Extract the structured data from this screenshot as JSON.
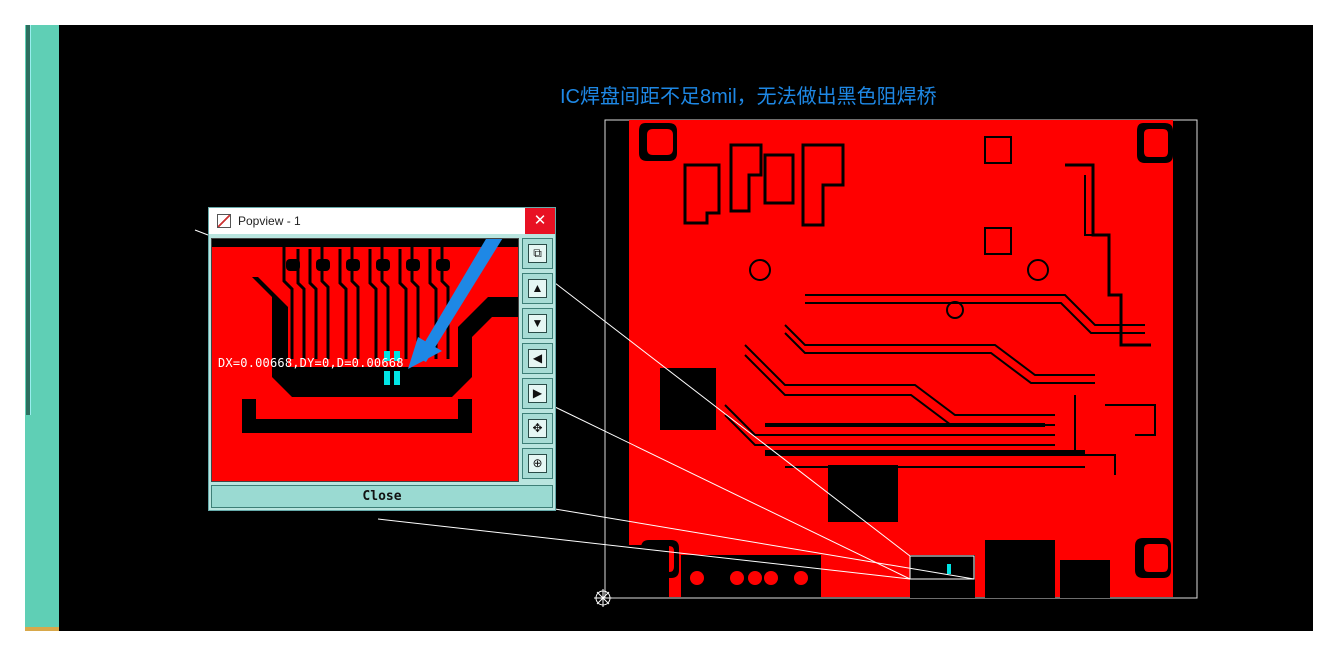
{
  "annotation": "IC焊盘间距不足8mil，无法做出黑色阻焊桥",
  "popview": {
    "title": "Popview - 1",
    "close_x": "✕",
    "measurement": "DX=0.00668,DY=0,D=0.00668",
    "close_button": "Close",
    "side_buttons": [
      {
        "name": "zoom-window-icon",
        "glyph": "⧉"
      },
      {
        "name": "pan-up-icon",
        "glyph": "▲"
      },
      {
        "name": "pan-down-icon",
        "glyph": "▼"
      },
      {
        "name": "pan-left-icon",
        "glyph": "◀"
      },
      {
        "name": "pan-right-icon",
        "glyph": "▶"
      },
      {
        "name": "zoom-in-icon",
        "glyph": "✥"
      },
      {
        "name": "zoom-out-icon",
        "glyph": "⊕"
      }
    ]
  },
  "colors": {
    "copper": "#ff0000",
    "background": "#000000",
    "annotation": "#1e88e5",
    "highlight": "#00e5e5",
    "panel": "#5fcfb5"
  }
}
